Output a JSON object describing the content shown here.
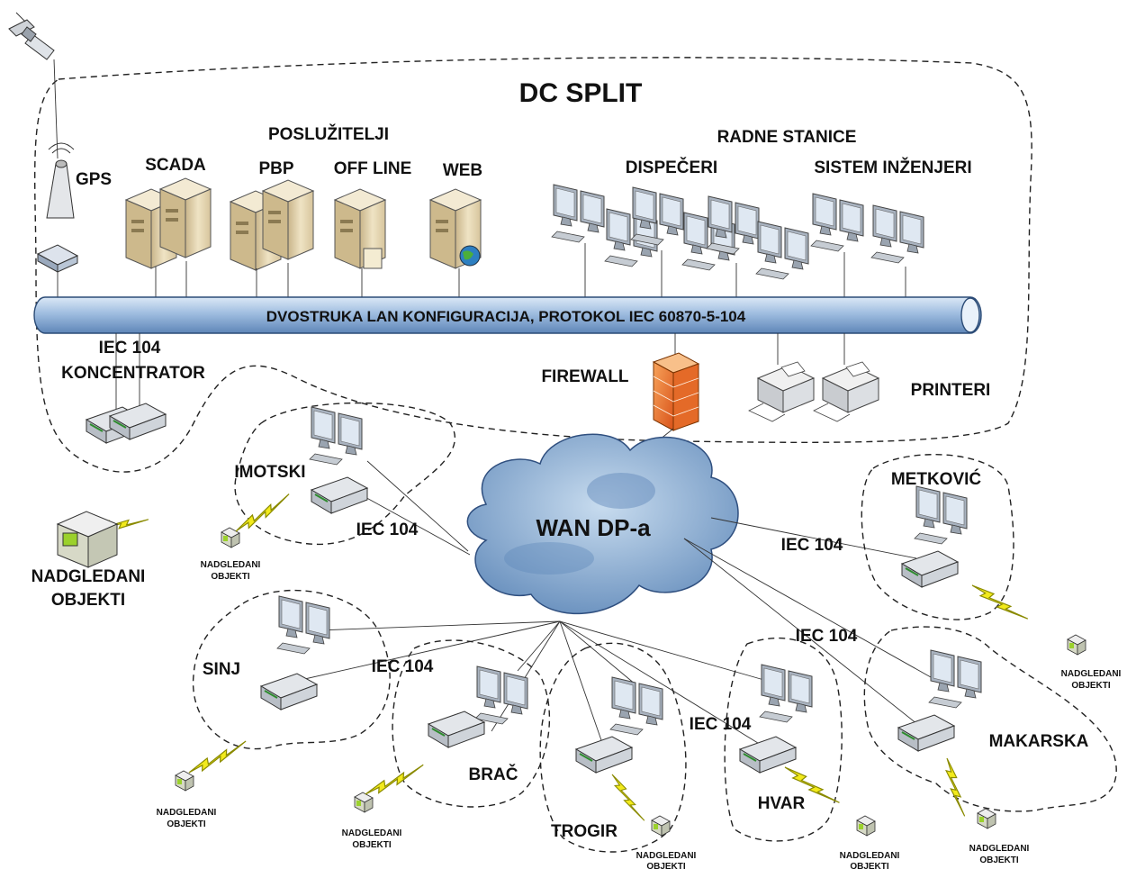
{
  "title": "DC SPLIT",
  "groups": {
    "servers": "POSLUŽITELJI",
    "workstations": "RADNE STANICE"
  },
  "servers": [
    "SCADA",
    "PBP",
    "OFF LINE",
    "WEB"
  ],
  "gps": "GPS",
  "workstation_groups": [
    "DISPEČERI",
    "SISTEM INŽENJERI"
  ],
  "lan_label": "DVOSTRUKA LAN KONFIGURACIJA, PROTOKOL IEC 60870-5-104",
  "concentrator": {
    "line1": "IEC 104",
    "line2": "KONCENTRATOR"
  },
  "firewall": "FIREWALL",
  "printers": "PRINTERI",
  "wan": "WAN DP-a",
  "monitored_big": {
    "line1": "NADGLEDANI",
    "line2": "OBJEKTI"
  },
  "monitored_small": {
    "line1": "NADGLEDANI",
    "line2": "OBJEKTI"
  },
  "protocol": "IEC 104",
  "sites": [
    "IMOTSKI",
    "METKOVIĆ",
    "SINJ",
    "BRAČ",
    "TROGIR",
    "HVAR",
    "MAKARSKA"
  ]
}
